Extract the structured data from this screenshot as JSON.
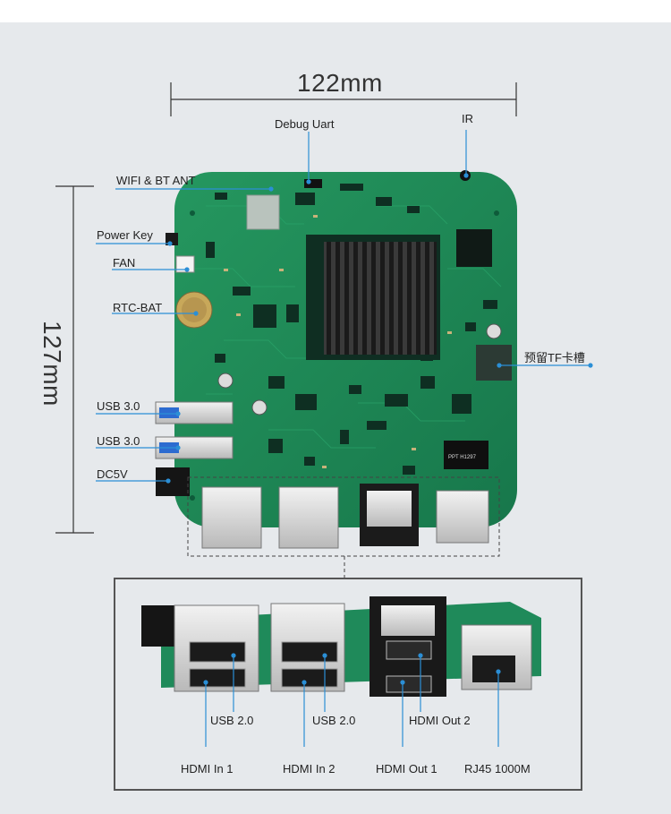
{
  "dimensions": {
    "width": "122mm",
    "height": "127mm"
  },
  "top_labels": {
    "wifi": "WIFI & BT ANT",
    "power": "Power Key",
    "fan": "FAN",
    "rtc": "RTC-BAT",
    "usb3_a": "USB 3.0",
    "usb3_b": "USB 3.0",
    "dc": "DC5V",
    "debug": "Debug Uart",
    "ir": "IR",
    "tf": "预留TF卡槽"
  },
  "port_labels": {
    "usb2_a": "USB 2.0",
    "usb2_b": "USB 2.0",
    "hdmi_out2": "HDMI Out 2",
    "hdmi_in1": "HDMI In 1",
    "hdmi_in2": "HDMI In 2",
    "hdmi_out1": "HDMI Out 1",
    "rj45": "RJ45 1000M"
  },
  "chip_marks": {
    "transformer": "PPT  H1297"
  },
  "colors": {
    "pcb": "#1f8a5a",
    "leader": "#2b8fd6",
    "frame": "#444444"
  }
}
